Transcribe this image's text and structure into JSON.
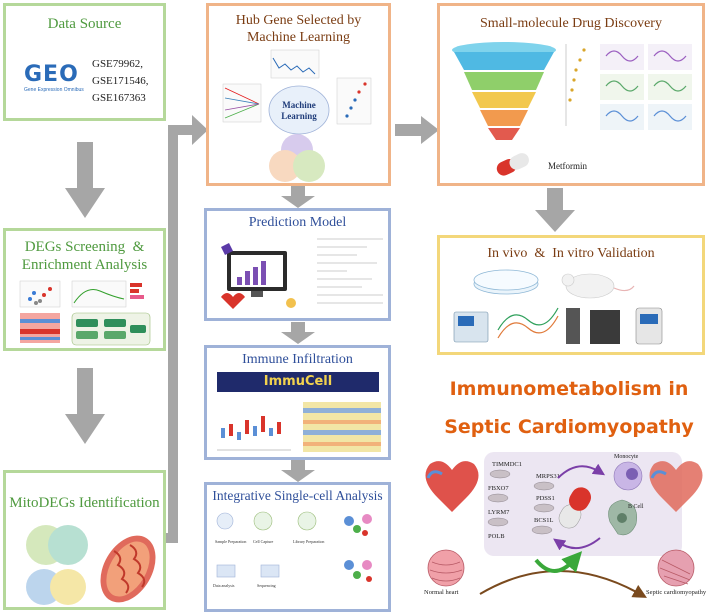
{
  "data_source": {
    "title": "Data Source",
    "logo_text": "GEO",
    "logo_subtitle": "Gene Expression Omnibus",
    "datasets": [
      "GSE79962,",
      "GSE171546,",
      "GSE167363"
    ]
  },
  "degs": {
    "title_line1": "DEGs Screening  &",
    "title_line2": "Enrichment Analysis"
  },
  "mitodegs": {
    "title": "MitoDEGs Identification"
  },
  "hub_gene": {
    "title_line1": "Hub Gene Selected by",
    "title_line2": "Machine Learning",
    "ml_line1": "Machine",
    "ml_line2": "Learning"
  },
  "prediction": {
    "title": "Prediction Model"
  },
  "immune": {
    "title": "Immune Infiltration",
    "banner": "ImmuCell"
  },
  "single_cell": {
    "title": "Integrative Single-cell Analysis",
    "steps": [
      "Sample Preparation",
      "Cell Capture",
      "Library Preparation",
      "Sequencing",
      "Data analysis"
    ]
  },
  "drug": {
    "title": "Small-molecule Drug Discovery",
    "drug_name": "Metformin"
  },
  "validation": {
    "title": "In vivo  &  In vitro Validation"
  },
  "main_title": {
    "line1": "Immunometabolism in",
    "line2": "Septic Cardiomyopathy"
  },
  "mechanism": {
    "genes": [
      "TIMMDC1",
      "MRPS31",
      "FBXO7",
      "PDSS1",
      "LYRM7",
      "BCS1L",
      "POLB"
    ],
    "monocyte": "Monocyte",
    "bcell": "B Cell",
    "normal_label": "Normal heart",
    "septic_label": "Septic cardiomyopathy"
  },
  "colors": {
    "green": "#b5d89a",
    "orange": "#f0b488",
    "blue": "#9fb2d8",
    "yellow": "#f3d77a",
    "arrow": "#a6a6a6",
    "title_accent": "#e06010"
  }
}
